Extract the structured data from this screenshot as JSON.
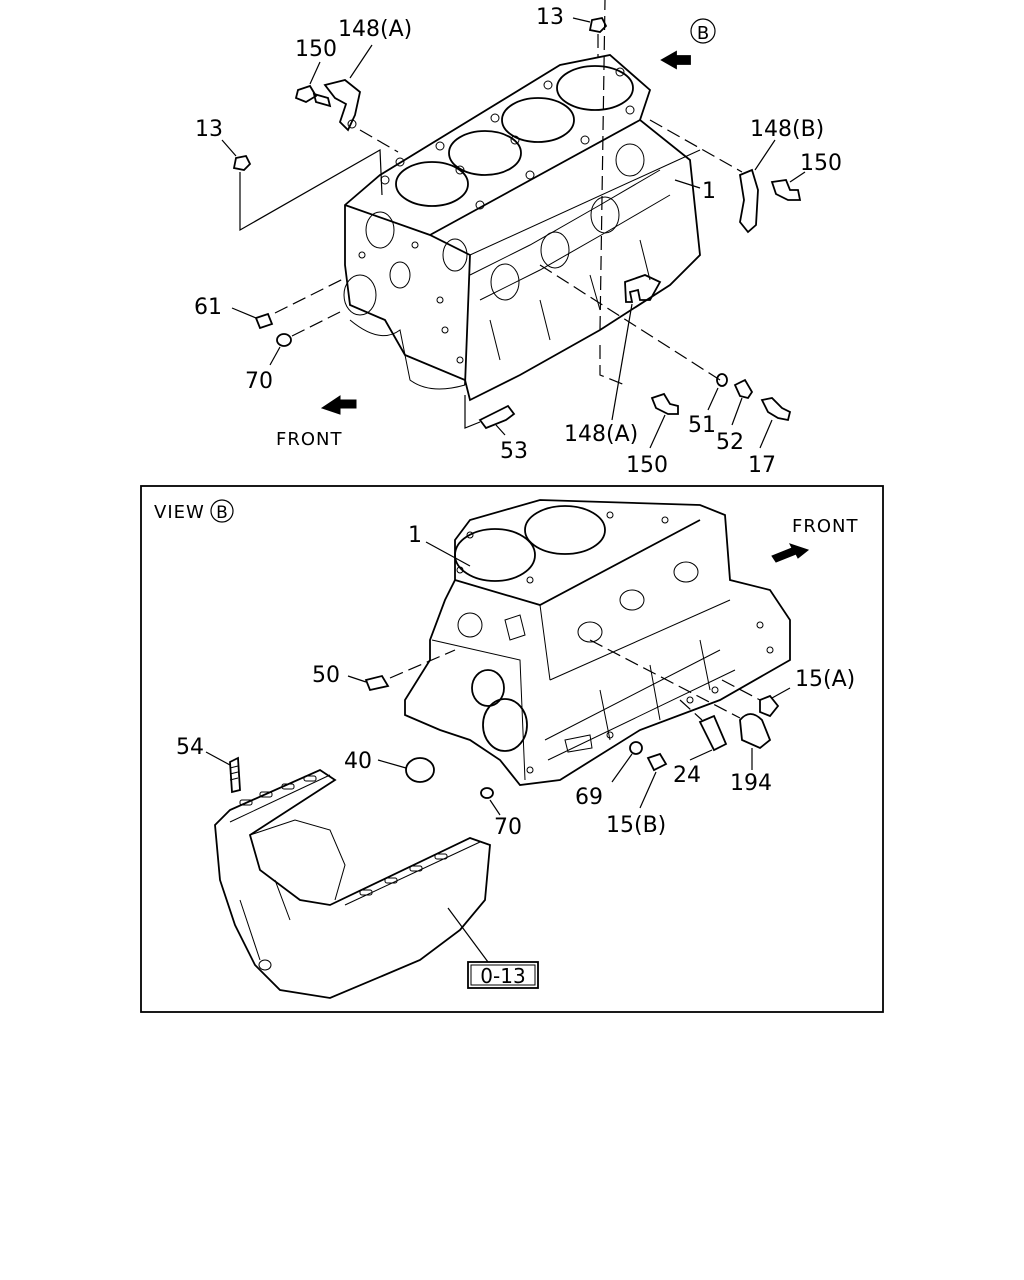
{
  "top_view": {
    "callouts": {
      "c13_top": "13",
      "c148a_top": "148(A)",
      "c150_top": "150",
      "c13_left": "13",
      "c148b": "148(B)",
      "c150_right": "150",
      "c1": "1",
      "c61": "61",
      "c70": "70",
      "c148a_bottom": "148(A)",
      "c51": "51",
      "c52": "52",
      "c17": "17",
      "c53": "53",
      "c150_bottom": "150"
    },
    "view_marker": "B",
    "front_label": "FRONT"
  },
  "detail_view": {
    "title_prefix": "VIEW",
    "title_marker": "B",
    "front_label": "FRONT",
    "callouts": {
      "c1": "1",
      "c50": "50",
      "c15a": "15(A)",
      "c54": "54",
      "c40": "40",
      "c24": "24",
      "c194": "194",
      "c69": "69",
      "c15b": "15(B)",
      "c70": "70"
    },
    "ref_box": "0-13"
  }
}
